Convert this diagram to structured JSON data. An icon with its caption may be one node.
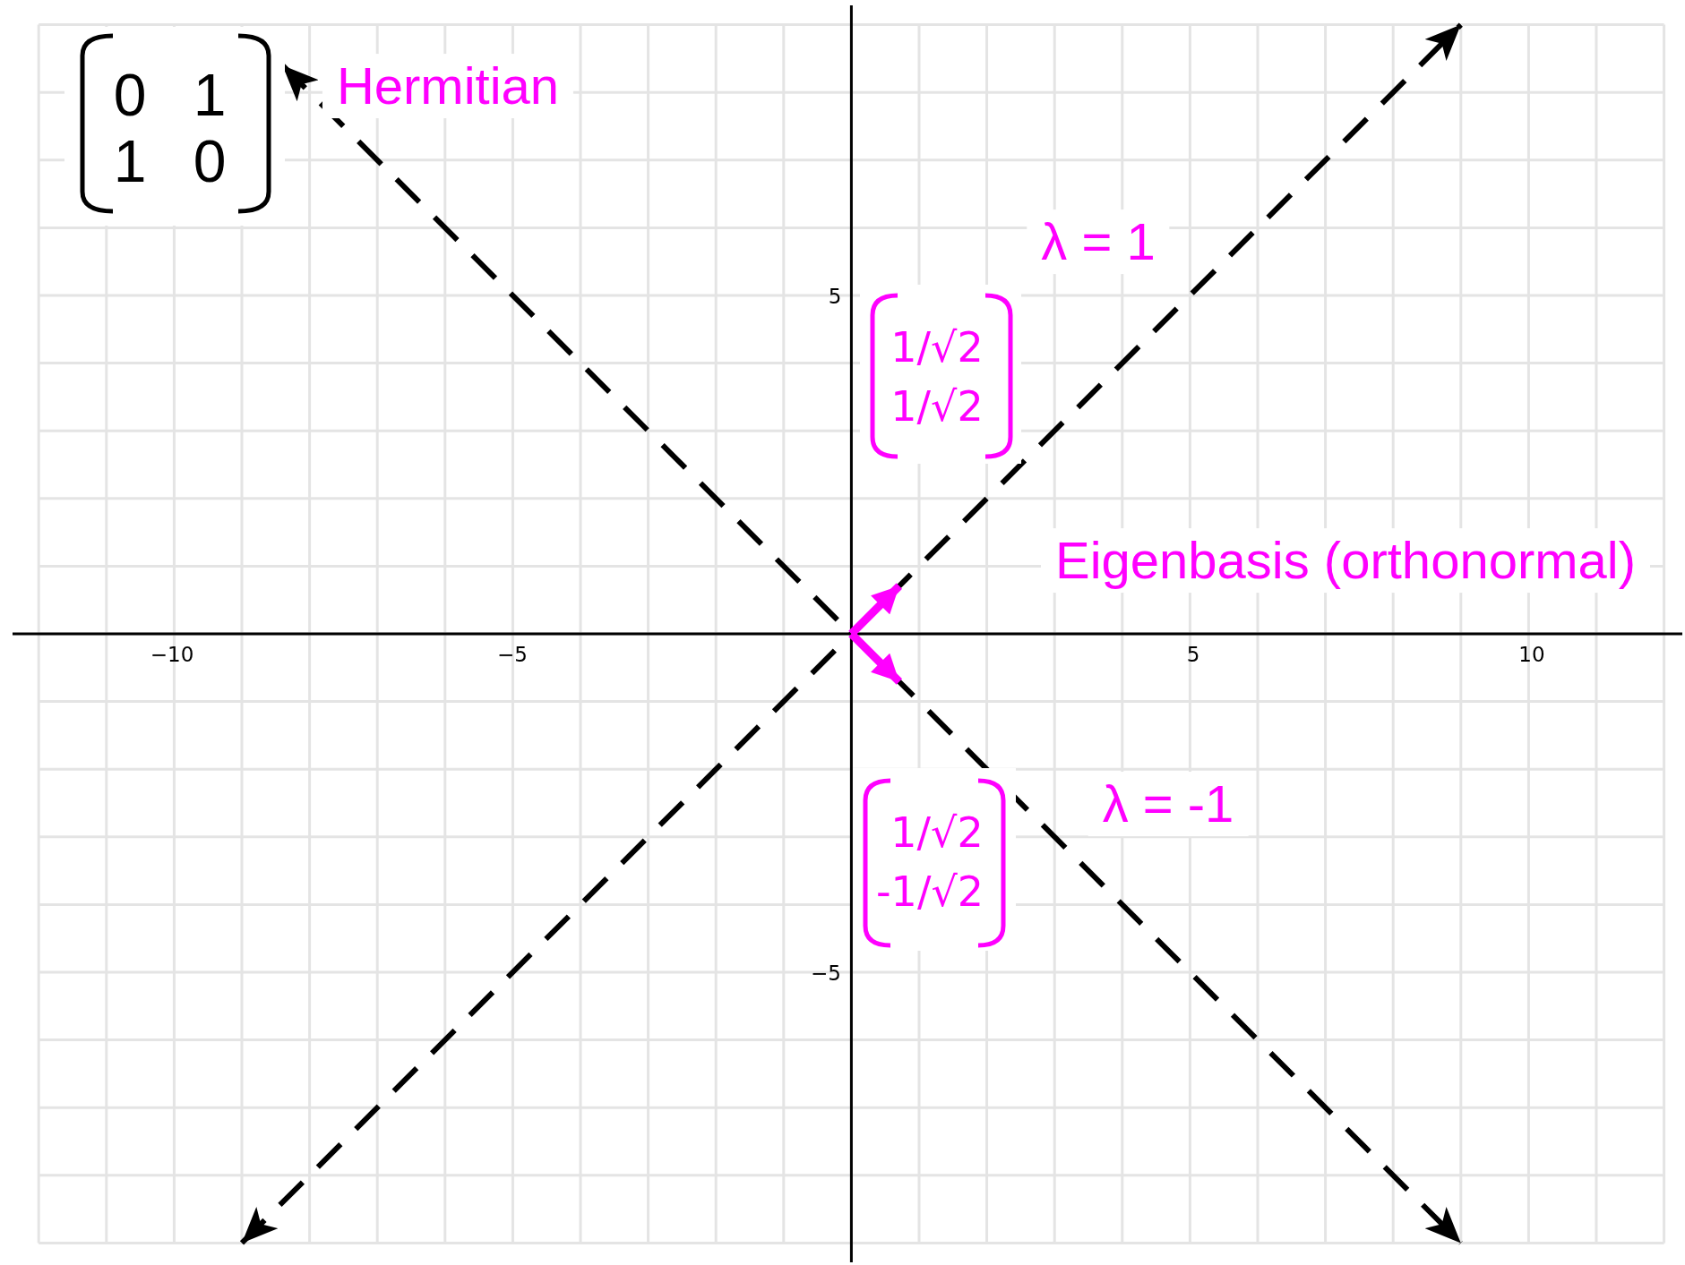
{
  "diagram": {
    "labels": [
      "0",
      "1",
      "1",
      "0",
      "Hermitian",
      "λ = 1",
      "5",
      "1/√2",
      "1/√2",
      "Eigenbasis (orthonormal)",
      "−10",
      "−5",
      "5",
      "10",
      "λ = -1",
      "1/√2",
      "-1/√2",
      "−5"
    ]
  }
}
